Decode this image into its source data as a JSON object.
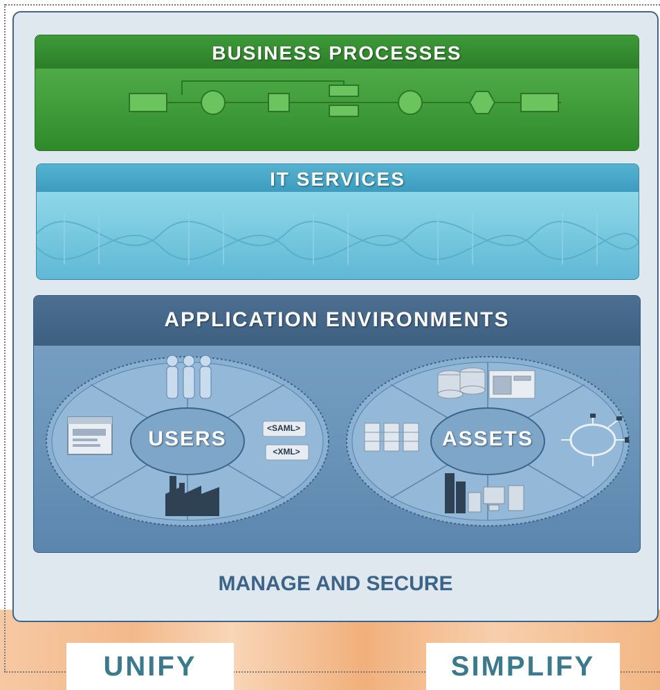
{
  "business_processes": {
    "title": "BUSINESS PROCESSES"
  },
  "it_services": {
    "title": "IT SERVICES"
  },
  "application_environments": {
    "title": "APPLICATION ENVIRONMENTS",
    "users": {
      "label": "USERS",
      "saml_tag": "<SAML>",
      "xml_tag": "<XML>"
    },
    "assets": {
      "label": "ASSETS"
    }
  },
  "footer": {
    "manage_label": "MANAGE AND SECURE"
  },
  "tags": {
    "unify": "UNIFY",
    "simplify": "SIMPLIFY"
  },
  "colors": {
    "business_green": "#44a03d",
    "it_blue": "#7fcde2",
    "app_env_blue": "#6a93b9",
    "accent_text": "#3c6488"
  }
}
